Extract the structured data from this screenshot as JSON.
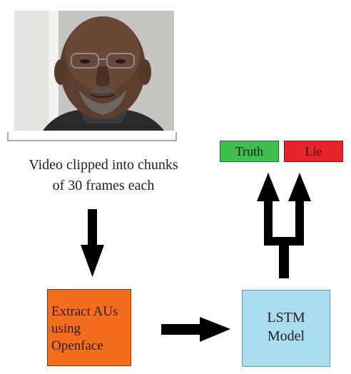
{
  "caption": {
    "line1": "Video clipped into chunks",
    "line2": "of 30 frames each"
  },
  "extract_box": {
    "line1": "Extract AUs",
    "line2": "using",
    "line3": "Openface",
    "color": "#f26d1c"
  },
  "model_box": {
    "line1": "LSTM",
    "line2": "Model",
    "color": "#a9dcee"
  },
  "outputs": {
    "truth": {
      "label": "Truth",
      "color": "#3fbf4f"
    },
    "lie": {
      "label": "Lie",
      "color": "#e8232b"
    }
  }
}
